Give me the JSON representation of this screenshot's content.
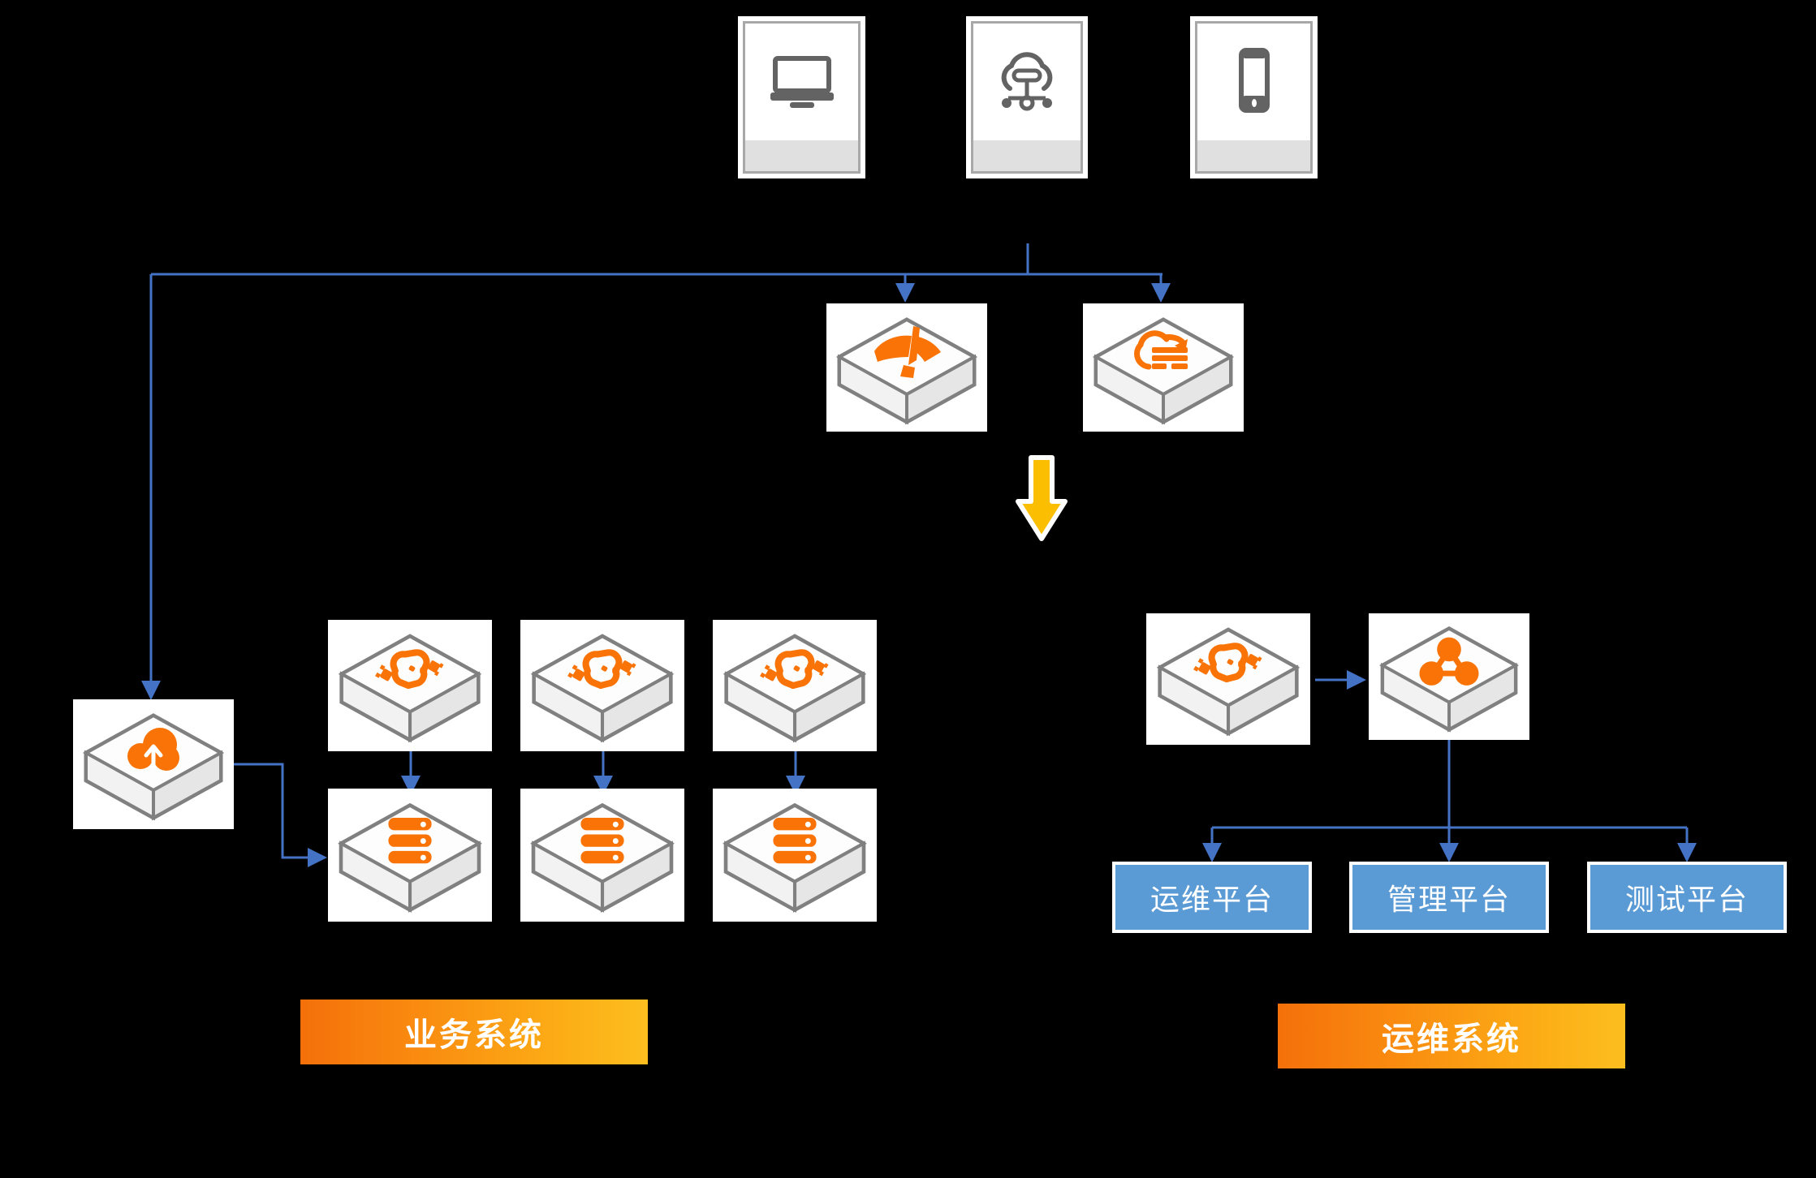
{
  "diagram": {
    "title": "",
    "background_color": "#000000",
    "connector_color": "#4472c4",
    "accent_orange": "#f97306",
    "platform_blue": "#5b9bd5",
    "arrow_yellow": "#fbbe00"
  },
  "clients": [
    {
      "name": "desktop-computer",
      "icon": "monitor-icon",
      "label": ""
    },
    {
      "name": "cloud-network",
      "icon": "cloud-network-icon",
      "label": ""
    },
    {
      "name": "mobile-phone",
      "icon": "smartphone-icon",
      "label": ""
    }
  ],
  "edge_services": [
    {
      "name": "cdn-acceleration",
      "icon": "cdn-icon",
      "label": ""
    },
    {
      "name": "cloud-backup-log",
      "icon": "cloud-backup-icon",
      "label": ""
    }
  ],
  "business_system": {
    "banner_label": "业务系统",
    "entry": {
      "name": "cloud-upload-gateway",
      "icon": "cloud-upload-icon",
      "label": ""
    },
    "load_balancers": [
      {
        "name": "load-balancer-1",
        "icon": "link-connector-icon",
        "label": ""
      },
      {
        "name": "load-balancer-2",
        "icon": "link-connector-icon",
        "label": ""
      },
      {
        "name": "load-balancer-3",
        "icon": "link-connector-icon",
        "label": ""
      }
    ],
    "databases": [
      {
        "name": "database-1",
        "icon": "database-stack-icon",
        "label": ""
      },
      {
        "name": "database-2",
        "icon": "database-stack-icon",
        "label": ""
      },
      {
        "name": "database-3",
        "icon": "database-stack-icon",
        "label": ""
      }
    ]
  },
  "ops_system": {
    "banner_label": "运维系统",
    "load_balancer": {
      "name": "ops-load-balancer",
      "icon": "link-connector-icon",
      "label": ""
    },
    "cluster": {
      "name": "ops-cluster-node",
      "icon": "cluster-nodes-icon",
      "label": ""
    },
    "platforms": [
      {
        "name": "ops-platform",
        "label": "运维平台"
      },
      {
        "name": "management-platform",
        "label": "管理平台"
      },
      {
        "name": "testing-platform",
        "label": "测试平台"
      }
    ]
  },
  "flow_arrow": {
    "name": "downward-flow-arrow",
    "direction": "down",
    "color": "#fbbe00"
  }
}
